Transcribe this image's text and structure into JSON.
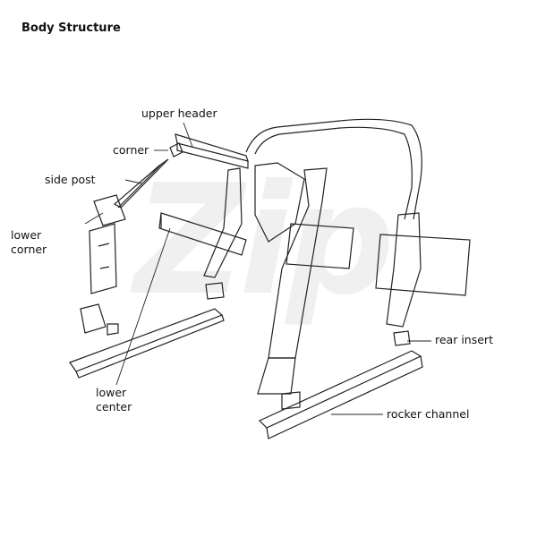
{
  "title": "Body Structure",
  "watermark": "Zip",
  "labels": {
    "upper_header": "upper header",
    "corner": "corner",
    "side_post": "side post",
    "lower_corner_1": "lower",
    "lower_corner_2": "corner",
    "lower_center_1": "lower",
    "lower_center_2": "center",
    "rear_insert": "rear insert",
    "rocker_channel": "rocker channel"
  }
}
